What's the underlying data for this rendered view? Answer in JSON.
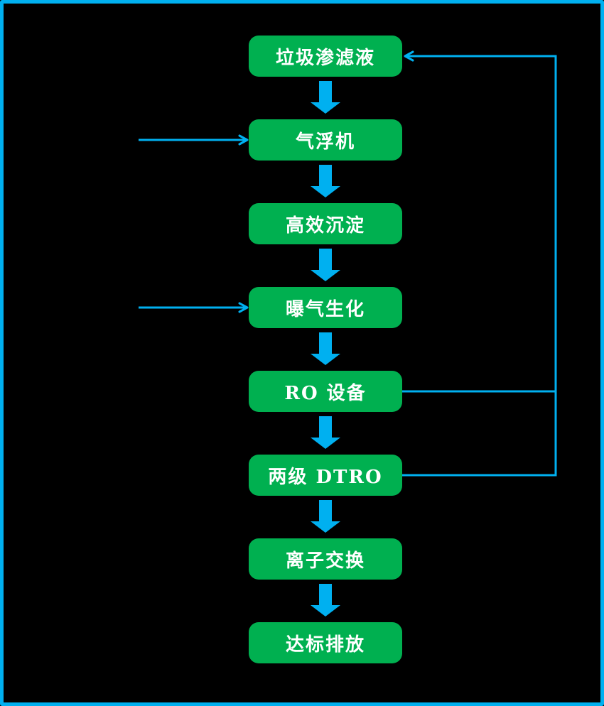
{
  "diagram": {
    "type": "flowchart",
    "orientation": "top-down",
    "nodes": [
      {
        "id": "leachate",
        "label": "垃圾渗滤液"
      },
      {
        "id": "air-flotation",
        "label": "气浮机"
      },
      {
        "id": "high-efficiency-sedimentation",
        "label": "高效沉淀"
      },
      {
        "id": "aeration-biochemical",
        "label": "曝气生化"
      },
      {
        "id": "ro-equipment",
        "label": "RO 设备"
      },
      {
        "id": "two-stage-dtro",
        "label": "两级 DTRO"
      },
      {
        "id": "ion-exchange",
        "label": "离子交换"
      },
      {
        "id": "standard-discharge",
        "label": "达标排放"
      }
    ],
    "edges": [
      {
        "from": "leachate",
        "to": "air-flotation",
        "style": "block-arrow-down"
      },
      {
        "from": "air-flotation",
        "to": "high-efficiency-sedimentation",
        "style": "block-arrow-down"
      },
      {
        "from": "high-efficiency-sedimentation",
        "to": "aeration-biochemical",
        "style": "block-arrow-down"
      },
      {
        "from": "aeration-biochemical",
        "to": "ro-equipment",
        "style": "block-arrow-down"
      },
      {
        "from": "ro-equipment",
        "to": "two-stage-dtro",
        "style": "block-arrow-down"
      },
      {
        "from": "two-stage-dtro",
        "to": "ion-exchange",
        "style": "block-arrow-down"
      },
      {
        "from": "ion-exchange",
        "to": "standard-discharge",
        "style": "block-arrow-down"
      },
      {
        "from": "external-left",
        "to": "air-flotation",
        "style": "thin-arrow-right"
      },
      {
        "from": "external-left",
        "to": "aeration-biochemical",
        "style": "thin-arrow-right"
      },
      {
        "from": "ro-equipment",
        "to": "leachate",
        "style": "thin-return-line-right-up"
      },
      {
        "from": "two-stage-dtro",
        "to": "leachate",
        "style": "thin-return-line-right-up"
      }
    ],
    "colors": {
      "background": "#000000",
      "frame_border": "#00B0F0",
      "node_fill": "#00B050",
      "node_text": "#FFFFFF",
      "arrow": "#00B0F0"
    }
  }
}
